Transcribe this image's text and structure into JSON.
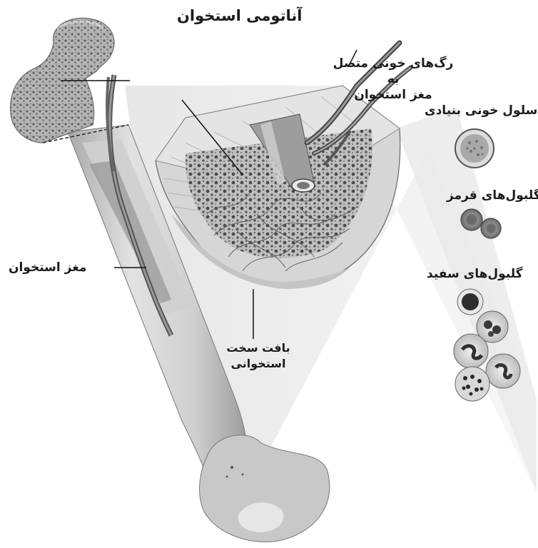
{
  "figure": {
    "title": "آناتومی استخوان",
    "labels": {
      "vessels_line1": "رگ‌های خونی متصل به",
      "vessels_line2": "مغز استخوان",
      "stem_cell": "سلول خونی بنیادی",
      "red_cells": "گلبول‌های قرمز",
      "white_cells": "گلبول‌های سفید",
      "marrow": "مغز استخوان",
      "hard_tissue_line1": "بافت سخت",
      "hard_tissue_line2": "استخوانی"
    }
  }
}
